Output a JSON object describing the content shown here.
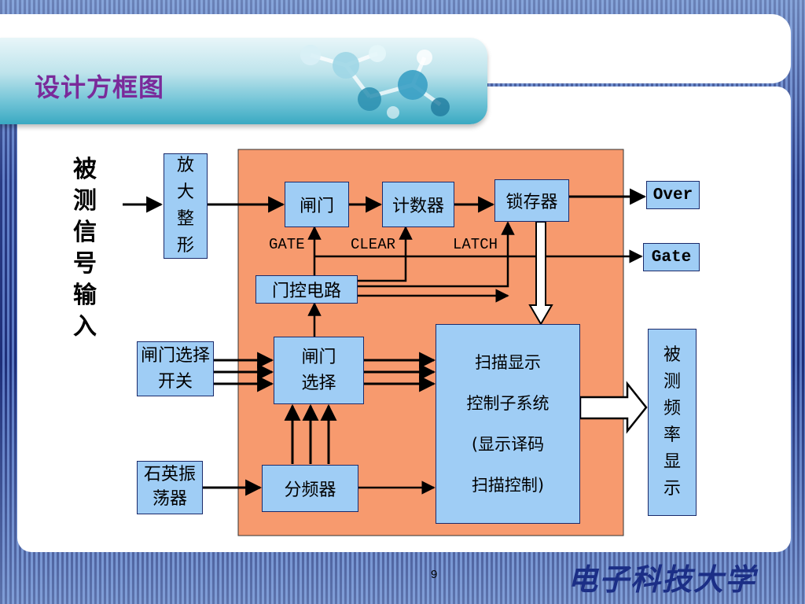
{
  "slide": {
    "title": "设计方框图",
    "page_number": "9",
    "brand": "电子科技大学"
  },
  "diagram": {
    "input_label": "被测信号输入",
    "blocks": {
      "amp": "放大整形",
      "gate": "闸门",
      "counter": "计数器",
      "latch": "锁存器",
      "gate_ctrl": "门控电路",
      "gate_select_switch": "闸门选择开关",
      "gate_select": "闸门选择",
      "scan_display_1": "扫描显示",
      "scan_display_2": "控制子系统",
      "scan_display_3": "(显示译码",
      "scan_display_4": "扫描控制)",
      "crystal": "石英振荡器",
      "divider": "分频器",
      "freq_display": "被测频率显示"
    },
    "outputs": {
      "over": "Over",
      "gate": "Gate"
    },
    "signals": {
      "gate": "GATE",
      "clear": "CLEAR",
      "latch": "LATCH"
    },
    "colors": {
      "region": "#f79a6e",
      "block_fill": "#9fcdf5",
      "title": "#7a2a9a",
      "brand": "#1b2e86"
    }
  }
}
